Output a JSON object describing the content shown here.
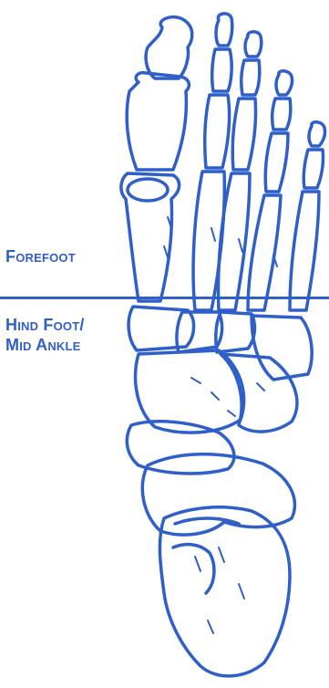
{
  "labels": {
    "forefoot": "Forefoot",
    "hindfoot_line1": "Hind Foot/",
    "hindfoot_line2": "Mid Ankle"
  },
  "colors": {
    "bone_outline": "#2f5fc8",
    "background": "#ffffff",
    "divider": "#2f5fc8"
  }
}
